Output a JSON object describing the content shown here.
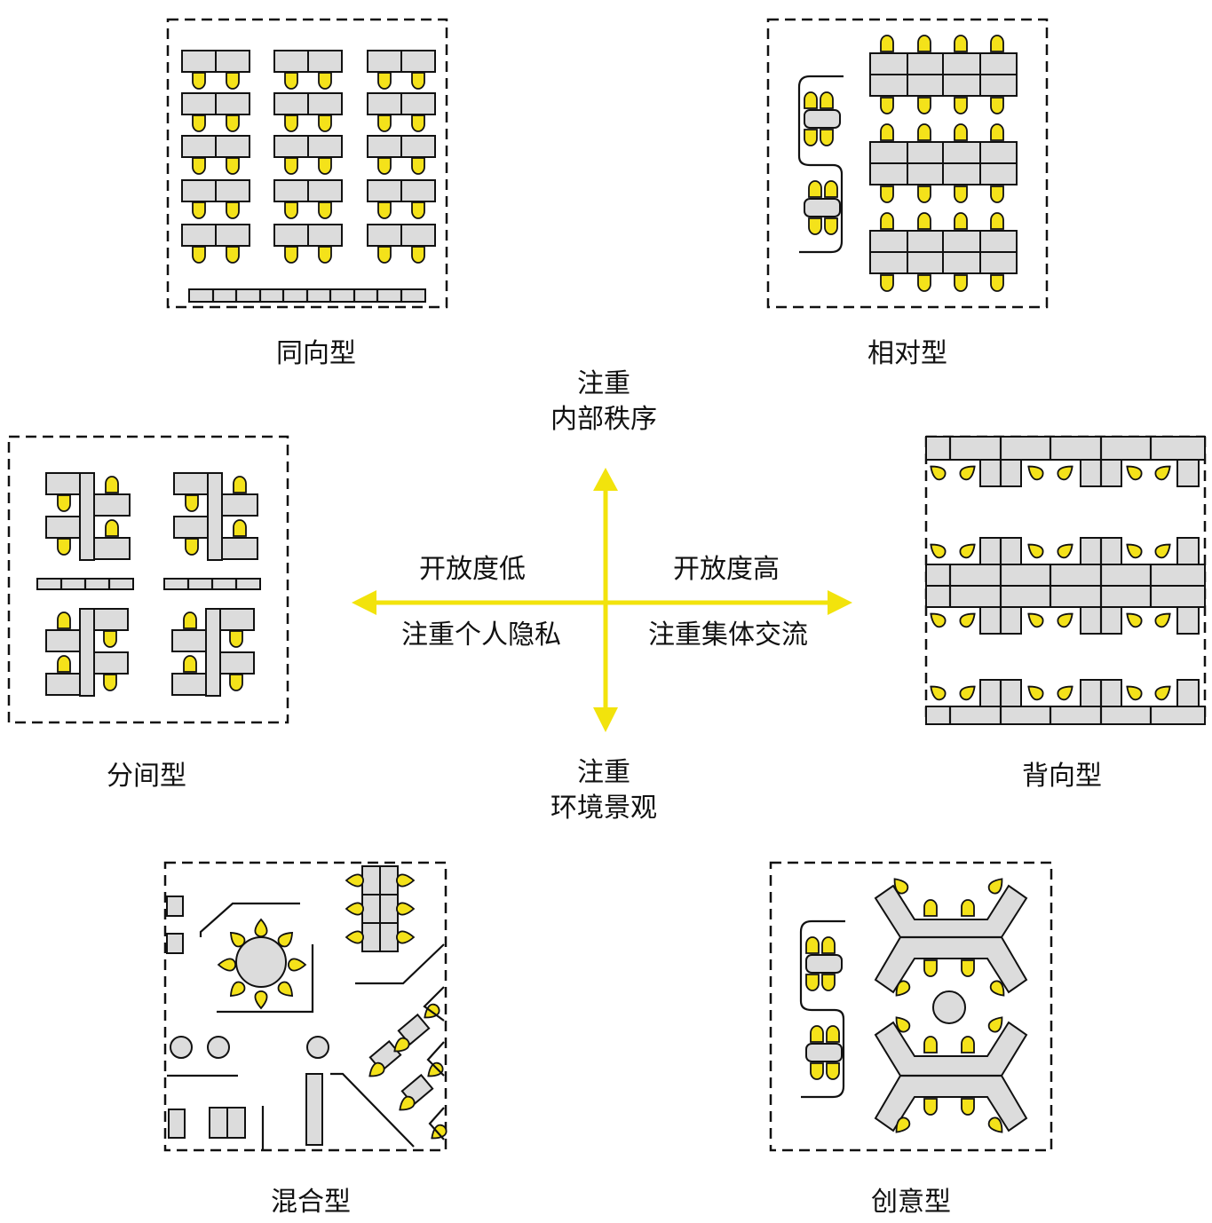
{
  "layouts": {
    "top_left": "同向型",
    "top_right": "相对型",
    "middle_left": "分间型",
    "middle_right": "背向型",
    "bottom_left": "混合型",
    "bottom_right": "创意型"
  },
  "axis": {
    "up_line1": "注重",
    "up_line2": "内部秩序",
    "down_line1": "注重",
    "down_line2": "环境景观",
    "left_top": "开放度低",
    "left_bottom": "注重个人隐私",
    "right_top": "开放度高",
    "right_bottom": "注重集体交流"
  },
  "colors": {
    "seat": "#f4e21a",
    "desk": "#dcdcdc",
    "axis": "#f2e30c",
    "line": "#111111"
  }
}
